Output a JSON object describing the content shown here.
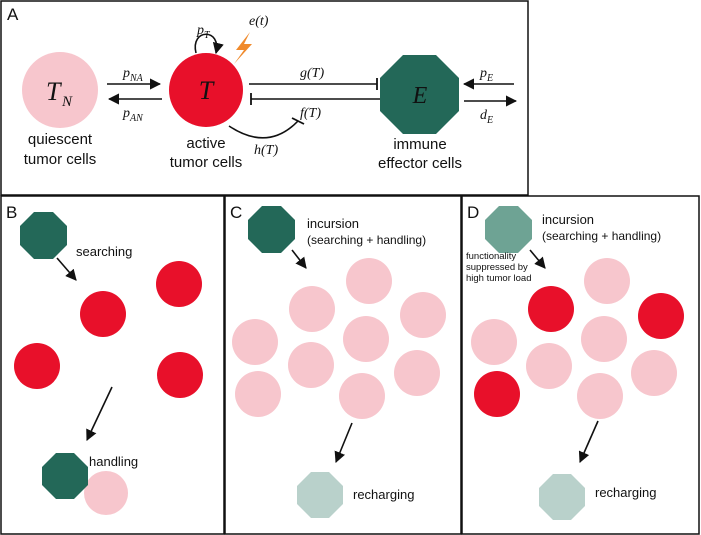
{
  "panels": {
    "a": {
      "letter": "A",
      "nodes": {
        "quiescent": {
          "symbol": "T",
          "sub": "N",
          "label1": "quiescent",
          "label2": "tumor cells"
        },
        "active": {
          "symbol": "T",
          "label1": "active",
          "label2": "tumor cells"
        },
        "effector": {
          "symbol": "E",
          "label1": "immune",
          "label2": "effector cells"
        }
      },
      "rates": {
        "p_na": {
          "main": "p",
          "sub": "NA"
        },
        "p_an": {
          "main": "p",
          "sub": "AN"
        },
        "p_t": {
          "main": "p",
          "sub": "T"
        },
        "e_t": "e(t)",
        "g_t": "g(T)",
        "f_t": "f(T)",
        "h_t": "h(T)",
        "p_e": {
          "main": "p",
          "sub": "E"
        },
        "d_e": {
          "main": "d",
          "sub": "E"
        }
      }
    },
    "b": {
      "letter": "B",
      "searching": "searching",
      "handling": "handling"
    },
    "c": {
      "letter": "C",
      "incursion": "incursion",
      "detail": "(searching + handling)",
      "recharging": "recharging"
    },
    "d": {
      "letter": "D",
      "incursion": "incursion",
      "detail": "(searching + handling)",
      "note1": "functionality",
      "note2": "suppressed by",
      "note3": "high tumor load",
      "recharging": "recharging"
    }
  },
  "colors": {
    "active_tumor": "#e8102a",
    "quiescent_tumor": "#f7c6cd",
    "effector": "#236858",
    "effector_suppressed": "#6ea394",
    "effector_recharging": "#b9d1cb",
    "lightning": "#f08a2c"
  }
}
